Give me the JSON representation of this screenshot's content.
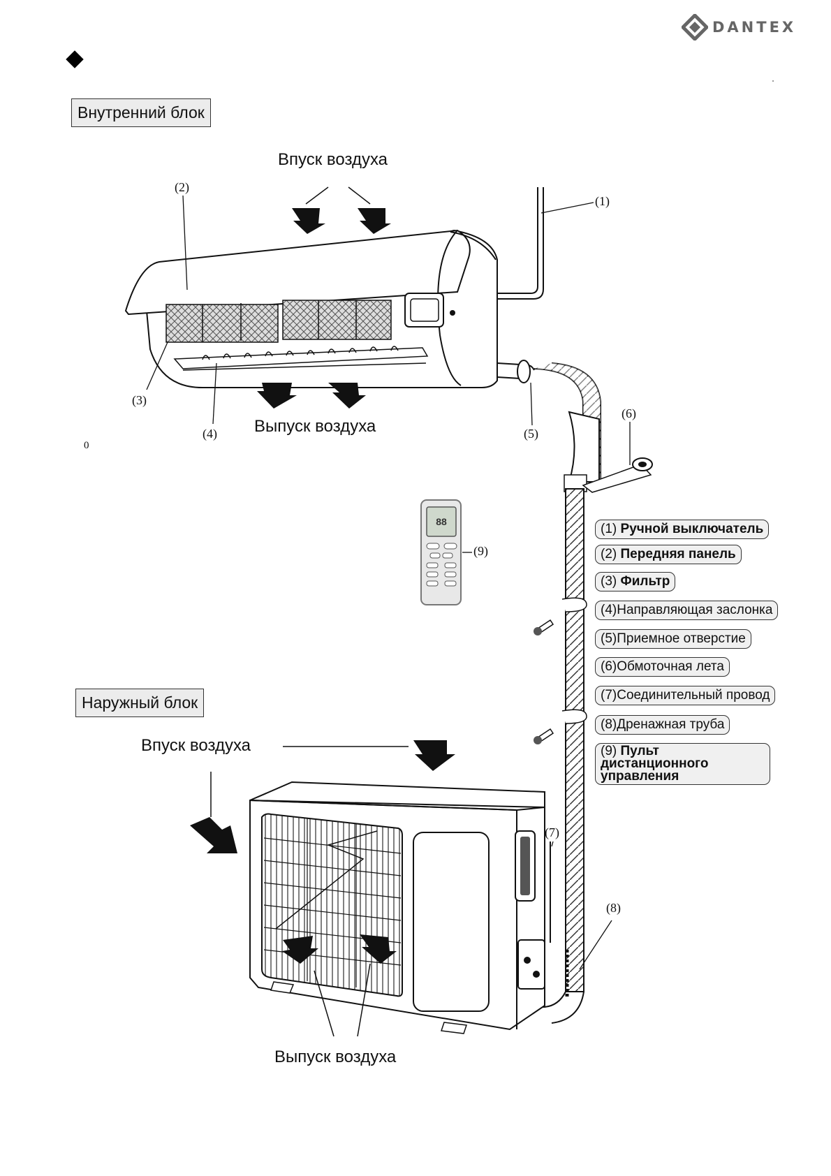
{
  "brand": {
    "name": "DANTEX"
  },
  "indoor": {
    "section_title": "Внутренний блок",
    "air_in": "Впуск воздуха",
    "air_out": "Выпуск воздуха"
  },
  "outdoor": {
    "section_title": "Наружный блок",
    "air_in": "Впуск воздуха",
    "air_out": "Выпуск воздуха"
  },
  "stray_mark": "0",
  "callouts": [
    "(1)",
    "(2)",
    "(3)",
    "(4)",
    "(5)",
    "(6)",
    "(7)",
    "(8)",
    "(9)"
  ],
  "remote_display": "88",
  "legend": [
    {
      "num": "(1)",
      "text": "Ручной выключатель",
      "bold": true
    },
    {
      "num": "(2)",
      "text": "Передняя панель",
      "bold": true
    },
    {
      "num": "(3)",
      "text": "Фильтр",
      "bold": true
    },
    {
      "num": "(4)",
      "text": "Направляющая заслонка",
      "bold": false
    },
    {
      "num": "(5)",
      "text": "Приемное отверстие",
      "bold": false
    },
    {
      "num": "(6)",
      "text": "Обмоточная лета",
      "bold": false
    },
    {
      "num": "(7)",
      "text": "Соединительный провод",
      "bold": false
    },
    {
      "num": "(8)",
      "text": "Дренажная труба",
      "bold": false
    },
    {
      "num": "(9)",
      "text": "Пульт дистанционного управления",
      "bold": true
    }
  ]
}
